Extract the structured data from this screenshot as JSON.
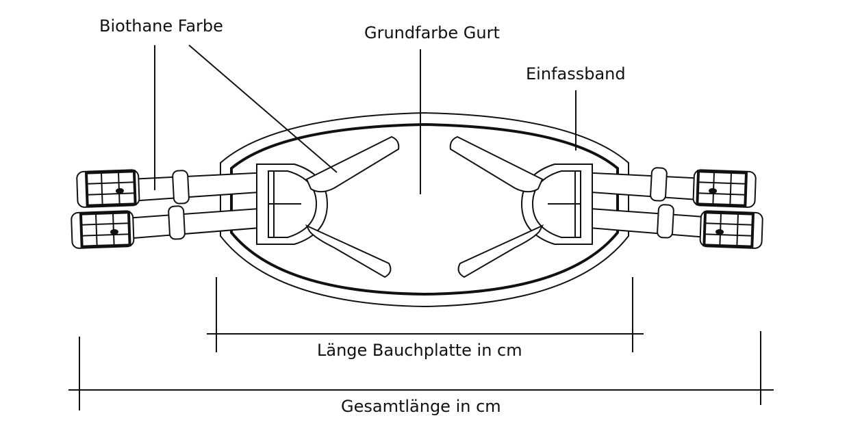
{
  "labels": {
    "biothane": "Biothane Farbe",
    "grundfarbe": "Grundfarbe Gurt",
    "einfassband": "Einfassband",
    "laenge_bauchplatte": "Länge Bauchplatte in cm",
    "gesamtlaenge": "Gesamtlänge in cm"
  },
  "colors": {
    "ink": "#111111",
    "paper": "#ffffff"
  }
}
